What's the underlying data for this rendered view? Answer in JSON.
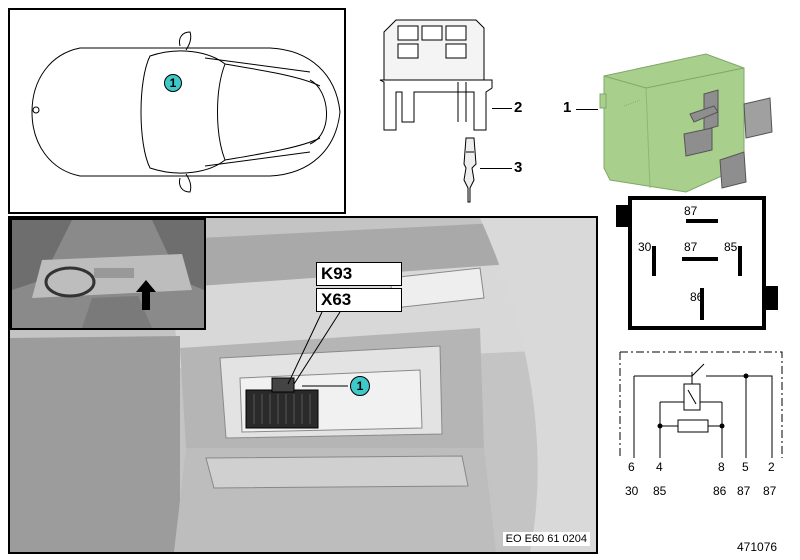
{
  "callouts": {
    "car_marker": "1",
    "photo_marker": "1"
  },
  "parts": {
    "relay": "1",
    "socket": "2",
    "terminal": "3"
  },
  "labels": {
    "relay_code": "K93",
    "connector_code": "X63"
  },
  "relay_symbol_pins": {
    "top": "87",
    "left": "30",
    "center": "87",
    "right": "85",
    "bottom": "86"
  },
  "schematic_pins": [
    {
      "number": "6",
      "terminal": "30"
    },
    {
      "number": "4",
      "terminal": "85"
    },
    {
      "number": "8",
      "terminal": "86"
    },
    {
      "number": "5",
      "terminal": "87"
    },
    {
      "number": "2",
      "terminal": "87"
    }
  ],
  "photo_caption": "EO E60 61 0204",
  "image_number": "471076",
  "colors": {
    "callout": "#3fc8c8",
    "relay_body": "#a8cf8c"
  }
}
